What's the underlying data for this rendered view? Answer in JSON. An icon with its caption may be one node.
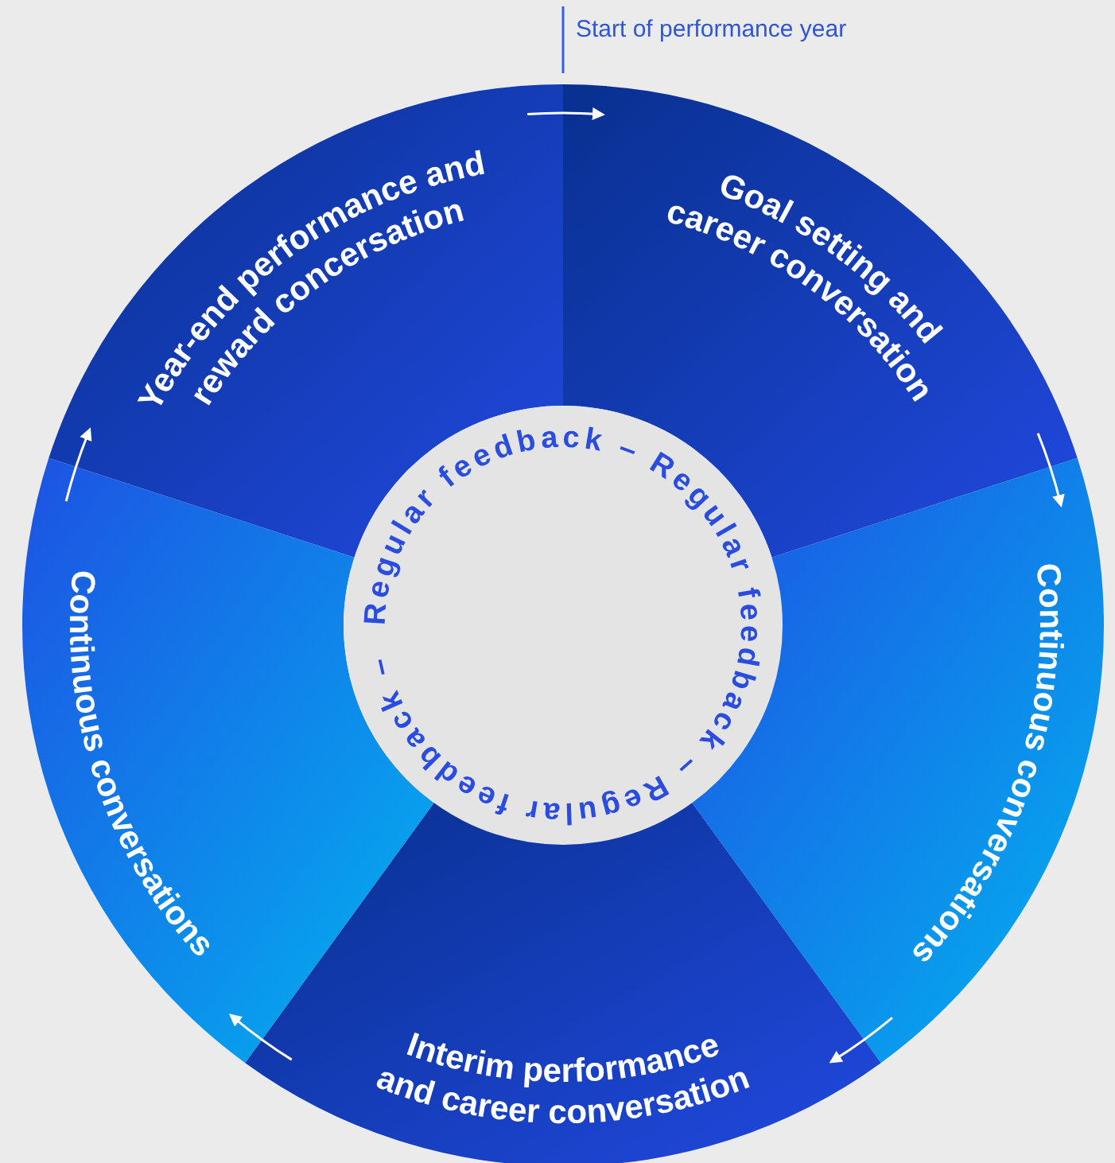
{
  "diagram": {
    "nodes": [
      {
        "text": [
          "Year-end performance and reward concersation"
        ]
      },
      {
        "text": [
          "Goal setting and career conversation"
        ]
      },
      {
        "text": [
          "Continuous conversations"
        ]
      },
      {
        "text": [
          "Regular feedback – Regular feedback – Regular feedback –"
        ]
      },
      {
        "text": [
          "Continuous conversations"
        ]
      },
      {
        "text": [
          "Interim performance and career conversation"
        ]
      }
    ],
    "edges": [
      {
        "from": 0,
        "to": 1,
        "arrow": "to"
      },
      {
        "from": 1,
        "to": 4,
        "arrow": "to"
      },
      {
        "from": 4,
        "to": 5,
        "arrow": "to"
      },
      {
        "from": 5,
        "to": 2,
        "arrow": "to"
      },
      {
        "from": 2,
        "to": 0,
        "arrow": "to"
      }
    ],
    "labels": [
      "Start of performance year"
    ]
  }
}
